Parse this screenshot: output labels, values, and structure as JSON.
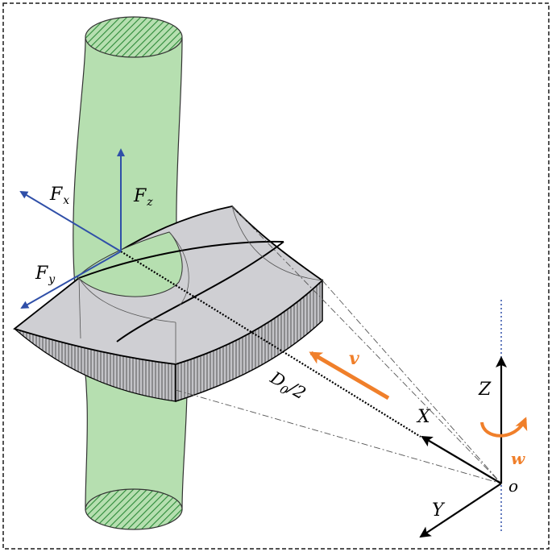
{
  "labels": {
    "fx_main": "F",
    "fx_sub": "x",
    "fz_main": "F",
    "fz_sub": "z",
    "fy_main": "F",
    "fy_sub": "y",
    "d0_main": "D",
    "d0_sub": "0",
    "d0_tail": "/2",
    "v": "v",
    "w": "w",
    "axis_x": "X",
    "axis_y": "Y",
    "axis_z": "Z",
    "origin": "o"
  },
  "colors": {
    "frame": "#1a1a1a",
    "cylinder_fill": "#b6dfb0",
    "cylinder_stroke": "#333333",
    "hatch": "#2e8b3a",
    "block_top": "#cfcfd3",
    "block_side": "#bcbcc0",
    "block_stroke": "#000000",
    "force_arrows": "#2f4fa8",
    "motion_arrows": "#f07f2a",
    "axes": "#000000",
    "rotation_axis": "#2f4fa8"
  },
  "icons": {
    "force_x": "arrow-up-left-icon",
    "force_z": "arrow-up-icon",
    "force_y": "arrow-down-left-icon",
    "feed_velocity": "arrow-up-left-icon",
    "rotation": "curved-rotation-arrow-icon"
  }
}
